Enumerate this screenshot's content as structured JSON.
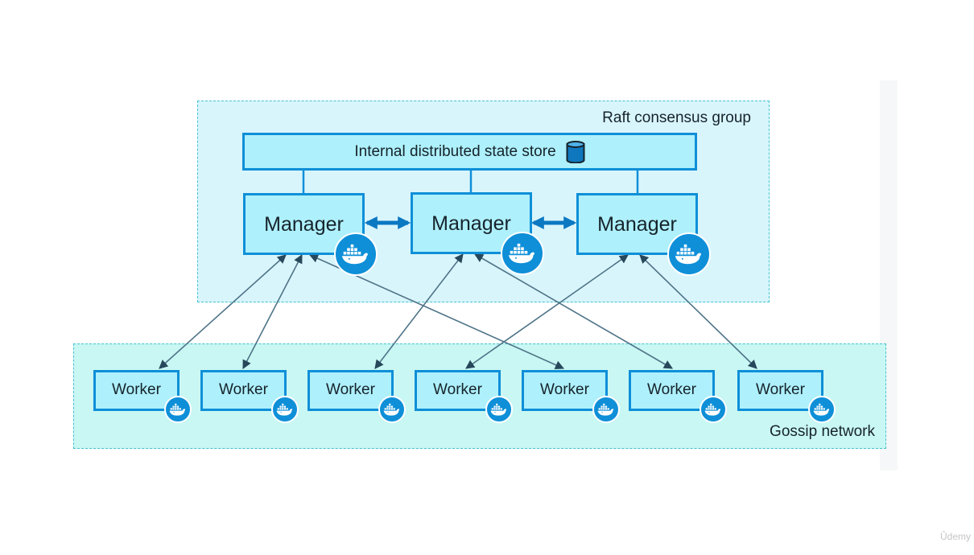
{
  "raft_group": {
    "label": "Raft consensus group"
  },
  "state_store": {
    "label": "Internal distributed state store",
    "icon": "database-icon"
  },
  "managers": [
    {
      "label": "Manager",
      "icon": "docker-whale-icon"
    },
    {
      "label": "Manager",
      "icon": "docker-whale-icon"
    },
    {
      "label": "Manager",
      "icon": "docker-whale-icon"
    }
  ],
  "gossip_group": {
    "label": "Gossip network"
  },
  "workers": [
    {
      "label": "Worker",
      "icon": "docker-whale-icon"
    },
    {
      "label": "Worker",
      "icon": "docker-whale-icon"
    },
    {
      "label": "Worker",
      "icon": "docker-whale-icon"
    },
    {
      "label": "Worker",
      "icon": "docker-whale-icon"
    },
    {
      "label": "Worker",
      "icon": "docker-whale-icon"
    },
    {
      "label": "Worker",
      "icon": "docker-whale-icon"
    },
    {
      "label": "Worker",
      "icon": "docker-whale-icon"
    }
  ],
  "connections": [
    {
      "from": "manager-1",
      "to": "worker-1"
    },
    {
      "from": "manager-1",
      "to": "worker-2"
    },
    {
      "from": "manager-1",
      "to": "worker-5"
    },
    {
      "from": "manager-2",
      "to": "worker-3"
    },
    {
      "from": "manager-2",
      "to": "worker-6"
    },
    {
      "from": "manager-3",
      "to": "worker-4"
    },
    {
      "from": "manager-3",
      "to": "worker-7"
    }
  ],
  "manager_links": [
    {
      "from": "manager-1",
      "to": "manager-2"
    },
    {
      "from": "manager-2",
      "to": "manager-3"
    }
  ],
  "colors": {
    "raft_fill": "#d9f5fc",
    "gossip_fill": "#c9f7f3",
    "group_border": "#43c3cf",
    "node_fill": "#aef0fb",
    "node_border": "#0e8fd8",
    "link": "#4f7488",
    "manager_link": "#0b78c2"
  },
  "watermark": "Ûdemy"
}
